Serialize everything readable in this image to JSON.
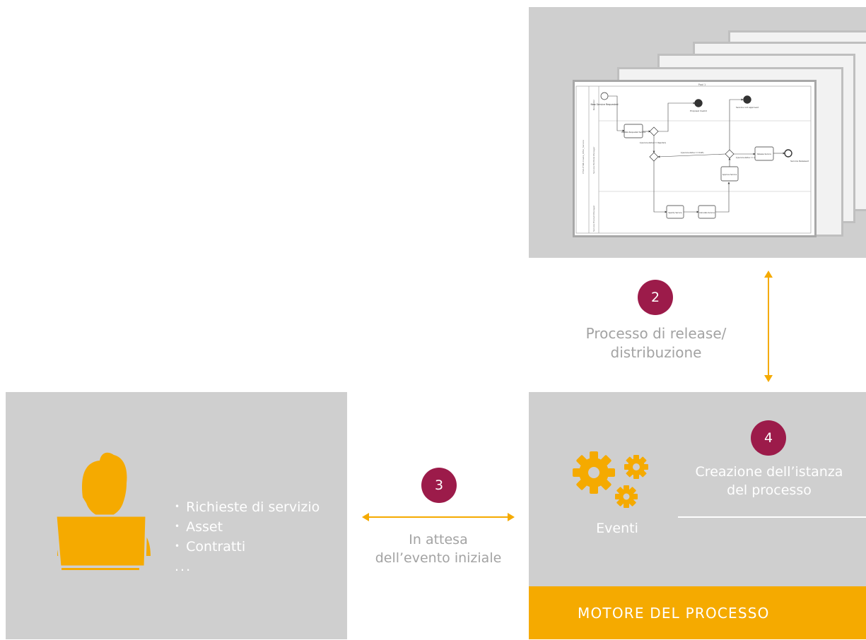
{
  "bpmn_panel": {
    "diagram": {
      "pool_title": "Pool 1",
      "pool_label": "ITSO-ITSM-Create_Offer_Service",
      "lane_labels": [
        "Requester",
        "Service Portfolio Manager",
        "Service Product Manager"
      ],
      "start_event": "New Service Requested",
      "tasks": [
        "Validate Requested Service",
        "Specify Service",
        "Calculate Service",
        "Approve Service",
        "Release Service"
      ],
      "end_events": [
        "Proposal Invalid",
        "Service not approved",
        "Service Released"
      ],
      "conditions": [
        "${service.status == Rejected}",
        "${service.status == Draft}",
        "${service.status == Approved}"
      ]
    }
  },
  "step2": {
    "badge": "2",
    "caption_line1": "Processo di release/",
    "caption_line2": "distribuzione"
  },
  "user_panel": {
    "bullets": [
      "Richieste di servizio",
      "Asset",
      "Contratti"
    ],
    "ellipsis": "..."
  },
  "step3": {
    "badge": "3",
    "caption_line1": "In attesa",
    "caption_line2": "dell’evento iniziale"
  },
  "engine_panel": {
    "events_label": "Eventi",
    "step4": {
      "badge": "4",
      "caption_line1": "Creazione dell’istanza",
      "caption_line2": "del processo"
    },
    "footer": "MOTORE DEL PROCESSO"
  },
  "colors": {
    "orange": "#f5aa00",
    "badge": "#9c1b4a",
    "panel_gray": "#cfcfcf",
    "caption_gray": "#a3a3a3"
  }
}
